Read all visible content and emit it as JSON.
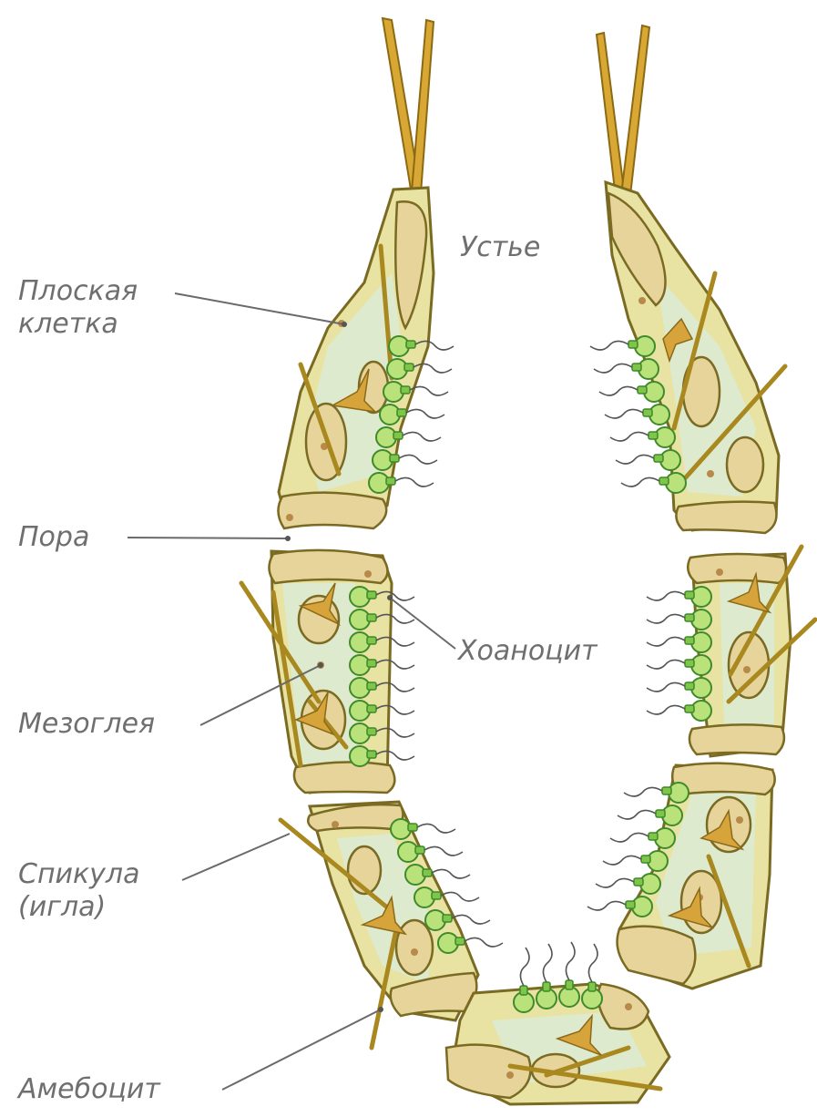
{
  "labels": {
    "ustye": "Устье",
    "flat_cell": "Плоская\nклетка",
    "pore": "Пора",
    "choanocyte": "Хоаноцит",
    "mesoglea": "Мезоглея",
    "spicule": "Спикула\n(игла)",
    "amoebocyte": "Амебоцит"
  },
  "colors": {
    "wall": "#e8e3a2",
    "mesoglea": "#dcebd6",
    "choanocyte": "#b9e27a",
    "spicule": "#d9a834",
    "label_text": "#6f6f6f"
  }
}
